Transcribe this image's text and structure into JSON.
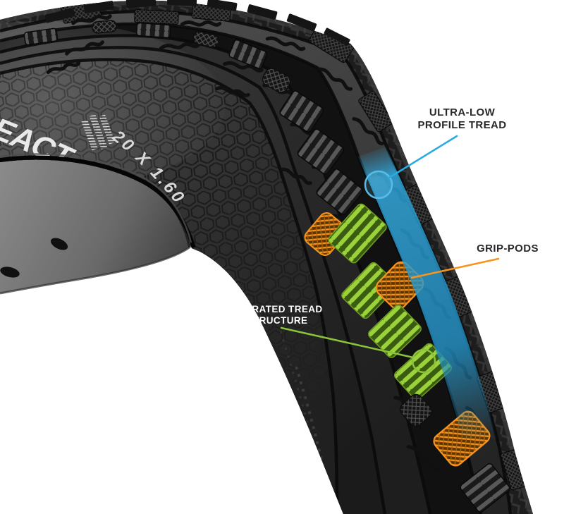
{
  "image_type": "annotated product diagram of a bicycle tire",
  "sidewall": {
    "brand_fragment": "EACT",
    "size_marking": "20 X 1.60"
  },
  "features": [
    {
      "id": "ultra-low-profile-tread",
      "label_lines": [
        "ULTRA-LOW",
        "PROFILE TREAD"
      ],
      "color": "#29abe2",
      "label_color": "#282828",
      "marker": "circle-on-center-tread"
    },
    {
      "id": "grip-pods",
      "label_lines": [
        "GRIP-PODS"
      ],
      "color": "#f7941d",
      "label_color": "#282828",
      "marker": "orange-knurled-pod"
    },
    {
      "id": "serrated-tread-structure",
      "label_lines": [
        "SERRATED TREAD",
        "STRUCTURE"
      ],
      "color": "#8ac43c",
      "label_color": "#ffffff",
      "marker": "circle-on-green-block"
    }
  ],
  "colors": {
    "background": "#ffffff",
    "tire_body": "#1c1c1c",
    "rim": "#7a7a7a",
    "highlight_blue": "#2ea7dd",
    "highlight_green": "#96ce35",
    "highlight_orange": "#f7941d"
  }
}
